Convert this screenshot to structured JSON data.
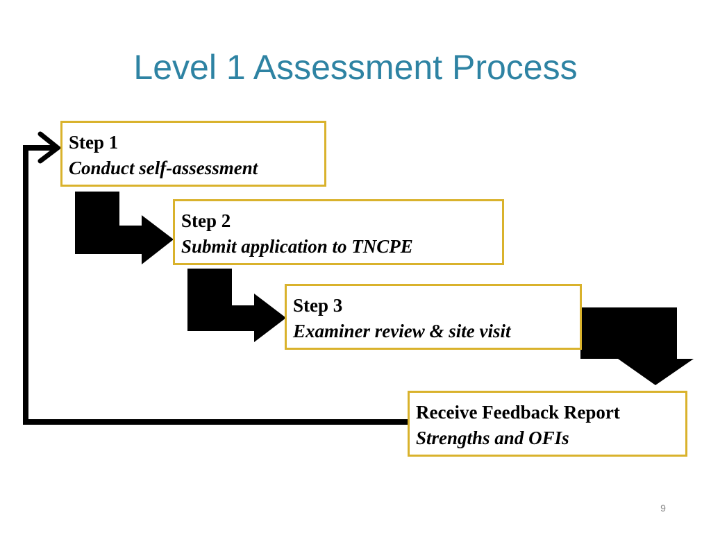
{
  "slide": {
    "title": "Level 1 Assessment Process",
    "page_number": "9"
  },
  "steps": [
    {
      "title": "Step 1",
      "description": "Conduct self-assessment"
    },
    {
      "title": "Step 2",
      "description": "Submit application to TNCPE"
    },
    {
      "title": "Step 3",
      "description": "Examiner review & site visit"
    },
    {
      "title": "Receive Feedback Report",
      "description": "Strengths and OFIs"
    }
  ],
  "colors": {
    "title": "#2e83a3",
    "box_border": "#d9b22c",
    "arrow": "#000000",
    "text": "#000000"
  }
}
